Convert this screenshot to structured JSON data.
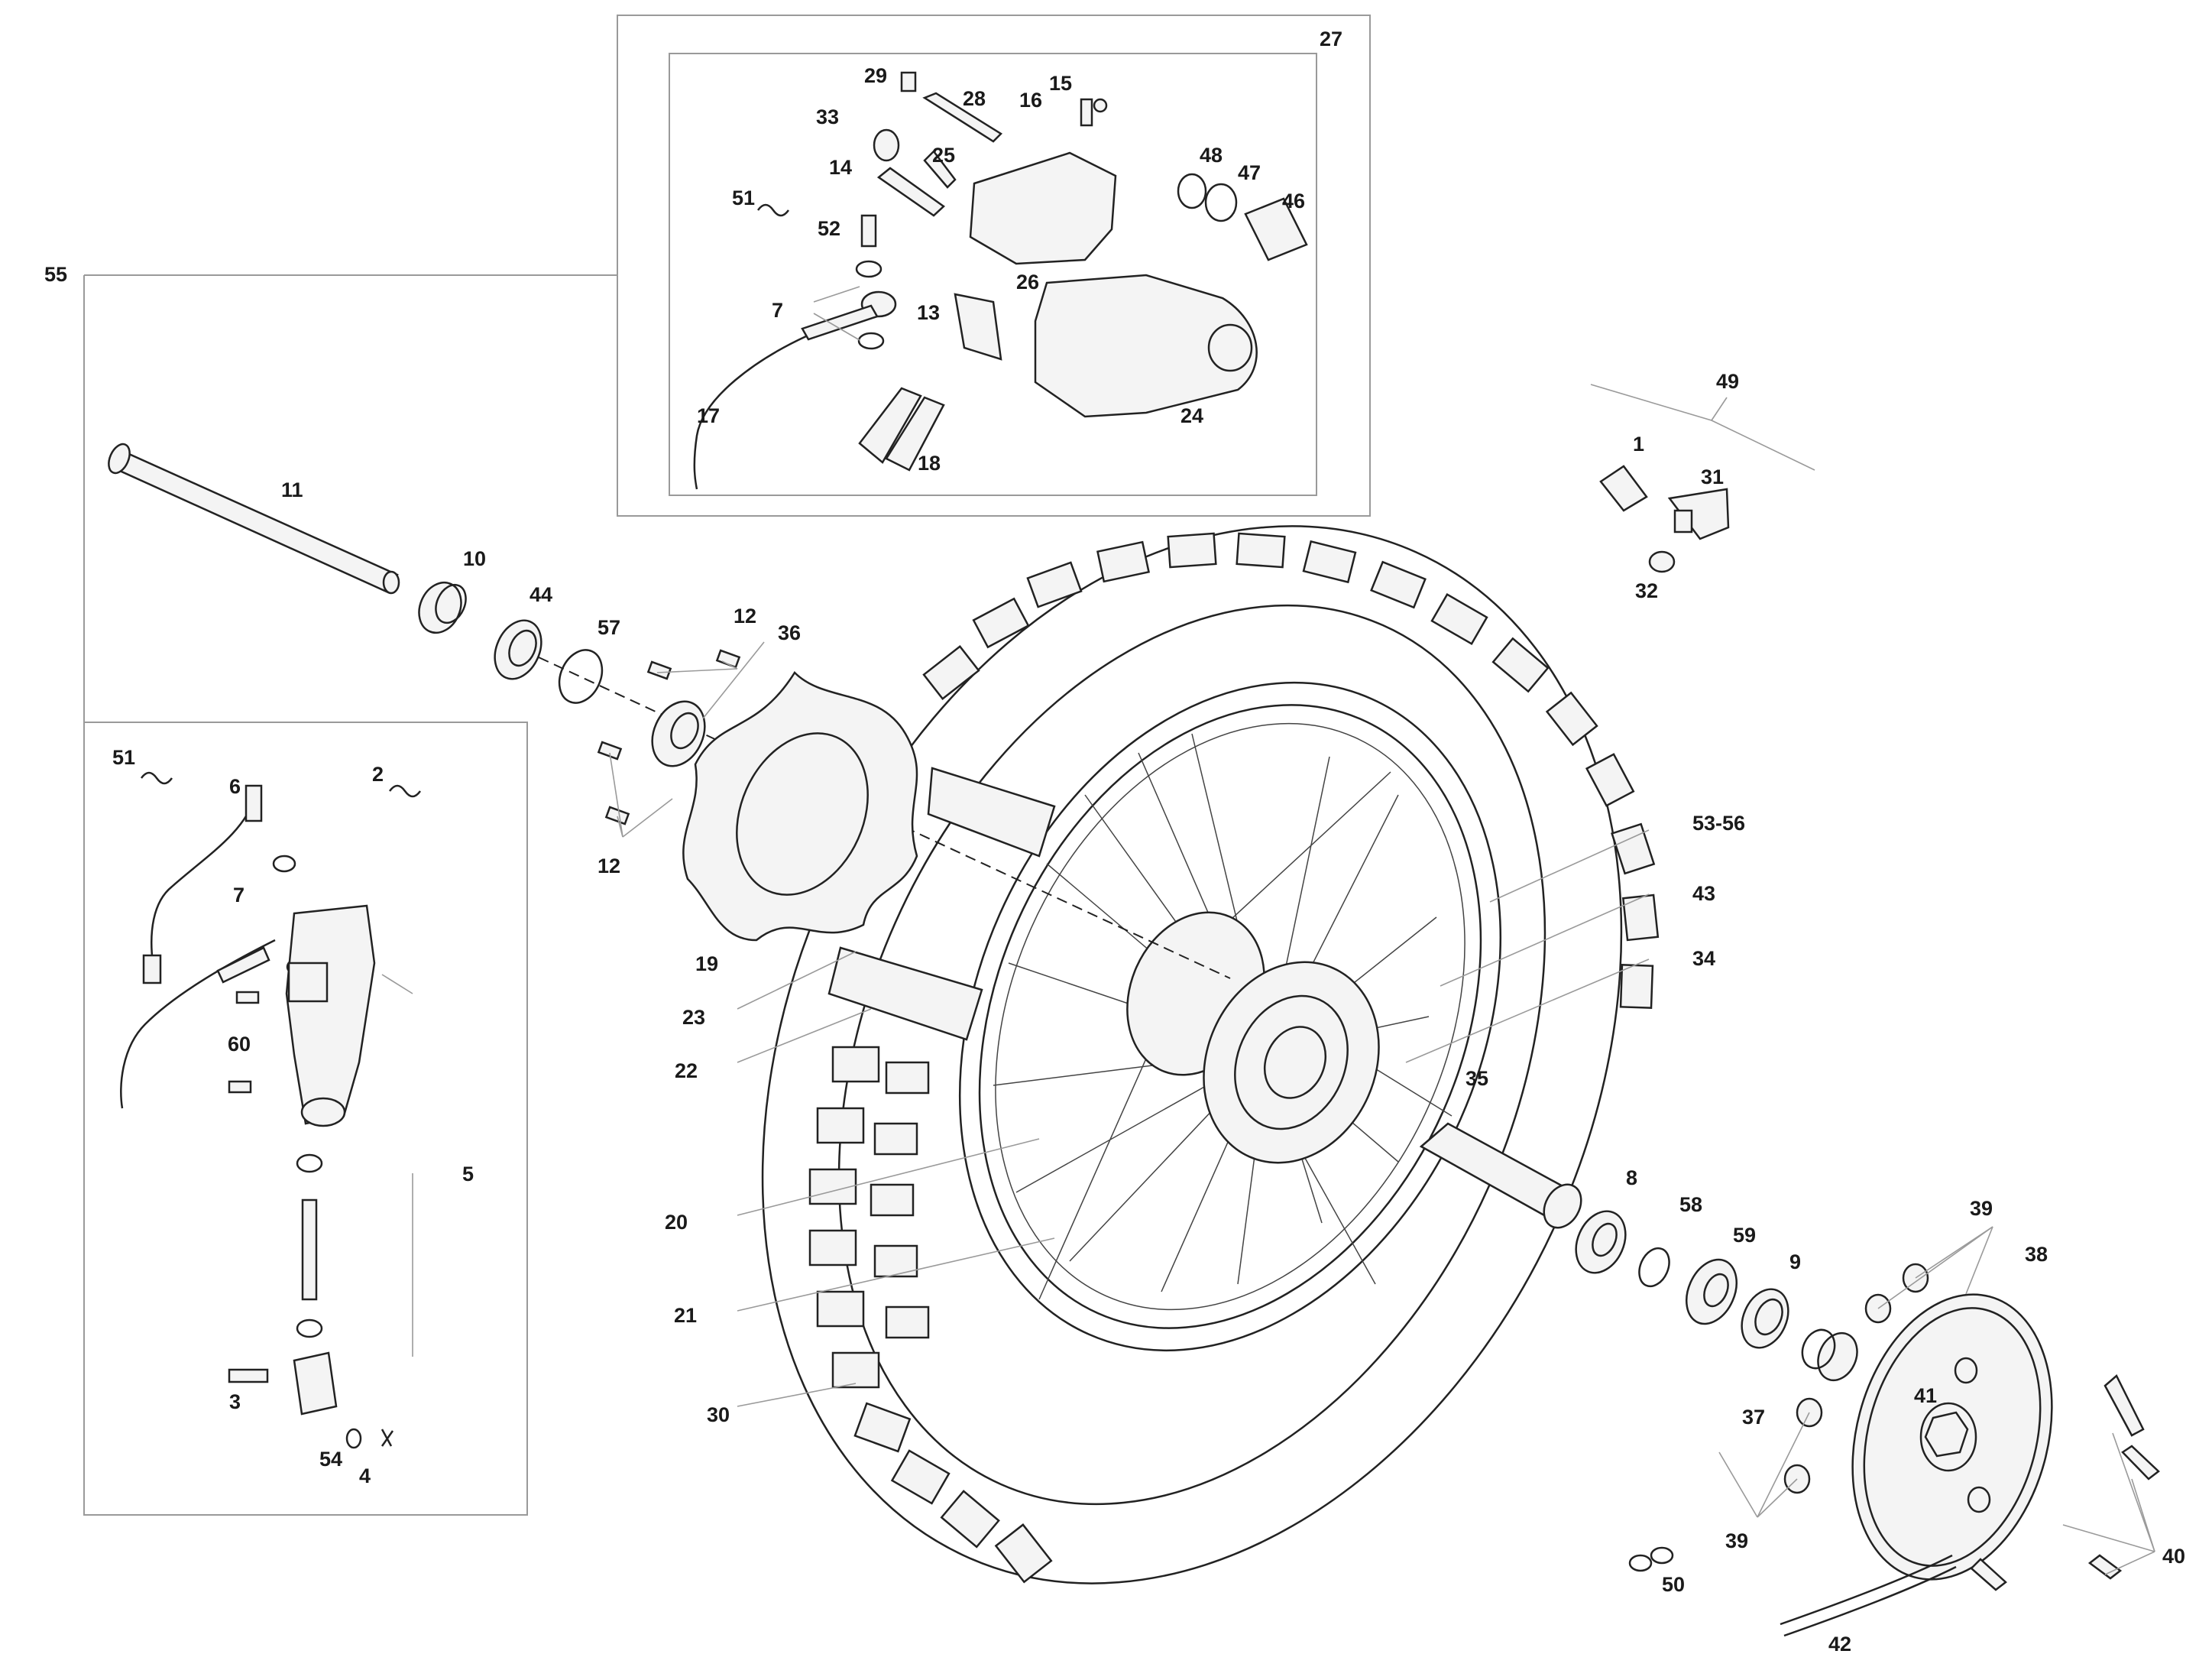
{
  "callouts": [
    {
      "id": "c27",
      "text": "27"
    },
    {
      "id": "c29",
      "text": "29"
    },
    {
      "id": "c28",
      "text": "28"
    },
    {
      "id": "c16",
      "text": "16"
    },
    {
      "id": "c15",
      "text": "15"
    },
    {
      "id": "c33",
      "text": "33"
    },
    {
      "id": "c25",
      "text": "25"
    },
    {
      "id": "c14",
      "text": "14"
    },
    {
      "id": "c48",
      "text": "48"
    },
    {
      "id": "c47",
      "text": "47"
    },
    {
      "id": "c46",
      "text": "46"
    },
    {
      "id": "c51a",
      "text": "51"
    },
    {
      "id": "c52",
      "text": "52"
    },
    {
      "id": "c26",
      "text": "26"
    },
    {
      "id": "c7a",
      "text": "7"
    },
    {
      "id": "c13",
      "text": "13"
    },
    {
      "id": "c24",
      "text": "24"
    },
    {
      "id": "c17",
      "text": "17"
    },
    {
      "id": "c18",
      "text": "18"
    },
    {
      "id": "c55",
      "text": "55"
    },
    {
      "id": "c49",
      "text": "49"
    },
    {
      "id": "c1",
      "text": "1"
    },
    {
      "id": "c31",
      "text": "31"
    },
    {
      "id": "c32",
      "text": "32"
    },
    {
      "id": "c11",
      "text": "11"
    },
    {
      "id": "c10",
      "text": "10"
    },
    {
      "id": "c44",
      "text": "44"
    },
    {
      "id": "c57",
      "text": "57"
    },
    {
      "id": "c12a",
      "text": "12"
    },
    {
      "id": "c36",
      "text": "36"
    },
    {
      "id": "c12b",
      "text": "12"
    },
    {
      "id": "c51b",
      "text": "51"
    },
    {
      "id": "c6",
      "text": "6"
    },
    {
      "id": "c2",
      "text": "2"
    },
    {
      "id": "c7b",
      "text": "7"
    },
    {
      "id": "c60",
      "text": "60"
    },
    {
      "id": "c5",
      "text": "5"
    },
    {
      "id": "c3",
      "text": "3"
    },
    {
      "id": "c54",
      "text": "54"
    },
    {
      "id": "c4",
      "text": "4"
    },
    {
      "id": "c19",
      "text": "19"
    },
    {
      "id": "c23",
      "text": "23"
    },
    {
      "id": "c22",
      "text": "22"
    },
    {
      "id": "c20",
      "text": "20"
    },
    {
      "id": "c21",
      "text": "21"
    },
    {
      "id": "c30",
      "text": "30"
    },
    {
      "id": "c5356",
      "text": "53-56"
    },
    {
      "id": "c43",
      "text": "43"
    },
    {
      "id": "c34",
      "text": "34"
    },
    {
      "id": "c35",
      "text": "35"
    },
    {
      "id": "c8",
      "text": "8"
    },
    {
      "id": "c58",
      "text": "58"
    },
    {
      "id": "c59",
      "text": "59"
    },
    {
      "id": "c9",
      "text": "9"
    },
    {
      "id": "c39a",
      "text": "39"
    },
    {
      "id": "c38",
      "text": "38"
    },
    {
      "id": "c37",
      "text": "37"
    },
    {
      "id": "c41",
      "text": "41"
    },
    {
      "id": "c39b",
      "text": "39"
    },
    {
      "id": "c40",
      "text": "40"
    },
    {
      "id": "c50",
      "text": "50"
    },
    {
      "id": "c42",
      "text": "42"
    }
  ]
}
